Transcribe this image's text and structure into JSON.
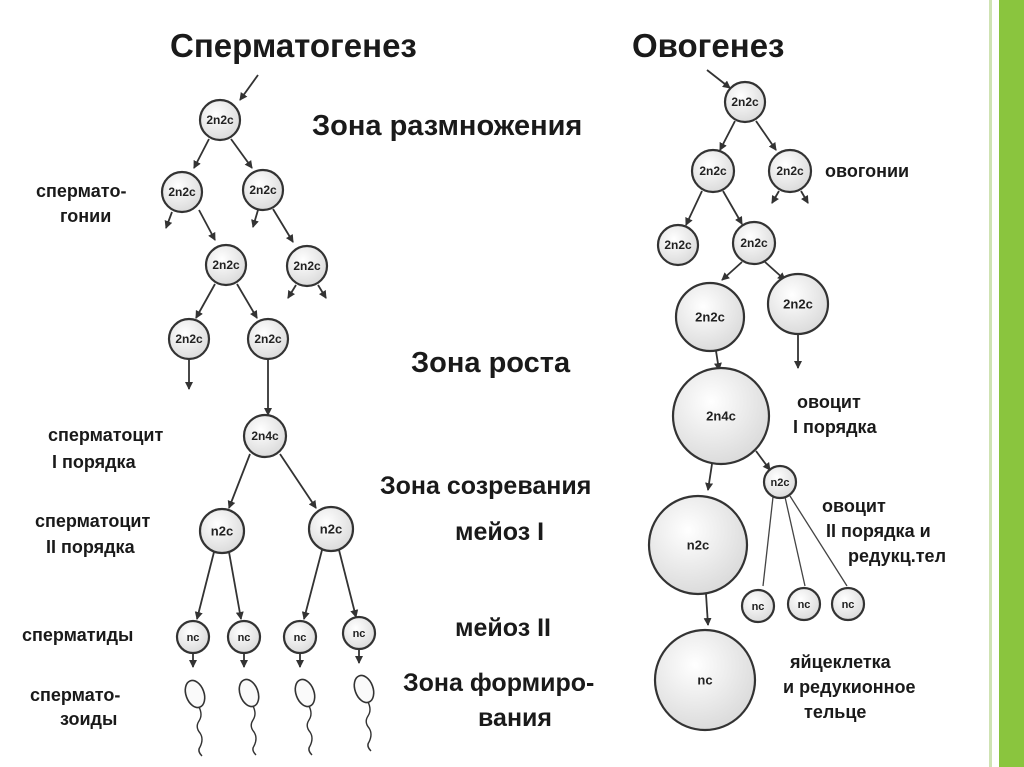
{
  "titles": {
    "left": "Сперматогенез",
    "right": "Овогенез"
  },
  "zones": {
    "reproduction": "Зона размножения",
    "growth": "Зона роста",
    "maturation": "Зона созревания",
    "meiosis1": "мейоз I",
    "meiosis2": "мейоз II",
    "formation_line1": "Зона формиро-",
    "formation_line2": "вания"
  },
  "spermatogenesis_labels": {
    "spermatogonia_1": "сперматo-",
    "spermatogonia_2": "гонии",
    "spermatocyte1_1": "сперматоцит",
    "spermatocyte1_2": "I порядка",
    "spermatocyte2_1": "сперматоцит",
    "spermatocyte2_2": "II порядка",
    "spermatids": "сперматиды",
    "spermatozoa_1": "спермато-",
    "spermatozoa_2": "зоиды"
  },
  "oogenesis_labels": {
    "oogonia": "овогонии",
    "oocyte1_1": "овоцит",
    "oocyte1_2": "I порядка",
    "oocyte2_1": "овоцит",
    "oocyte2_2": "II порядка и",
    "oocyte2_3": "редукц.тел",
    "egg_1": "яйцеклетка",
    "egg_2": "и редукионное",
    "egg_3": "тельце"
  },
  "cell_labels": {
    "diploid": "2n2c",
    "tetraploid": "2n4c",
    "haploid_2c": "n2c",
    "haploid": "nc"
  },
  "colors": {
    "accent": "#8ac53e",
    "cell_fill": "#eeeeee",
    "stroke": "#333333"
  }
}
